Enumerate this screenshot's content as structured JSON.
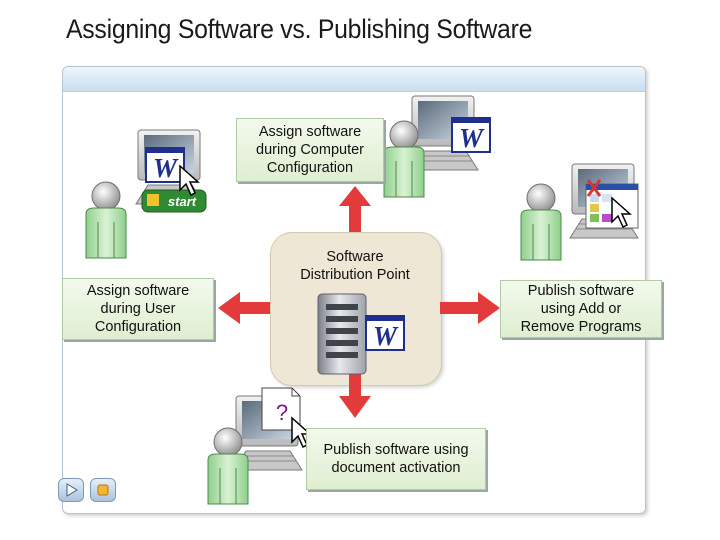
{
  "title": "Assigning Software vs. Publishing Software",
  "center": {
    "label": "Software\nDistribution Point"
  },
  "nodes": {
    "computer_config": "Assign software\nduring Computer\nConfiguration",
    "user_config": "Assign software\nduring User\nConfiguration",
    "add_remove": "Publish software\nusing Add or\nRemove Programs",
    "doc_activation": "Publish software using\ndocument activation"
  },
  "glyphs": {
    "word_letter": "W",
    "start_label": "start",
    "unknown_doc": "?"
  },
  "icons": [
    "computer-user-icon",
    "word-document-icon",
    "mouse-pointer-icon",
    "start-button-icon",
    "server-icon",
    "add-remove-programs-icon",
    "unknown-document-icon",
    "play-icon",
    "stop-icon"
  ],
  "colors": {
    "arrow": "#e33b3b",
    "box_fill": "#e4f0d9",
    "center_fill": "#efe7d6",
    "accent_blue": "#1f2f8c"
  }
}
